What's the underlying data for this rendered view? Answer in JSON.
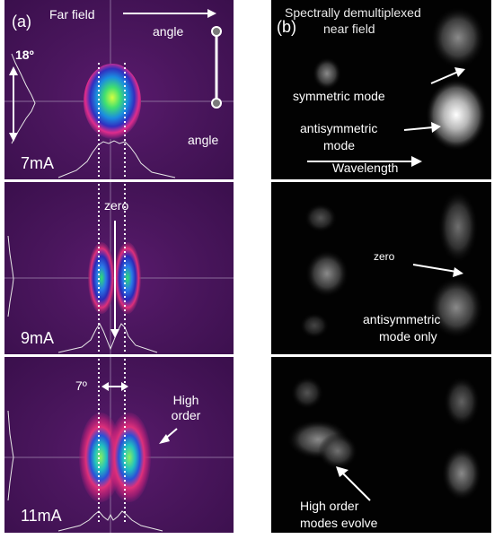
{
  "panel_a": {
    "label": "(a)",
    "far_field": "Far field",
    "angle_top": "angle",
    "angle_right": "angle",
    "span_angle": "18º",
    "rows": [
      {
        "current": "7mA"
      },
      {
        "current": "9mA",
        "note": "zero"
      },
      {
        "current": "11mA",
        "sep_angle": "7º",
        "note": "High order"
      }
    ]
  },
  "panel_b": {
    "label": "(b)",
    "title_line1": "Spectrally demultiplexed",
    "title_line2": "near field",
    "symmetric": "symmetric mode",
    "antisym_line1": "antisymmetric",
    "antisym_line2": "mode",
    "wavelength": "Wavelength",
    "zero": "zero",
    "antisym_only_line1": "antisymmetric",
    "antisym_only_line2": "mode only",
    "high_line1": "High order",
    "high_line2": "modes evolve"
  }
}
